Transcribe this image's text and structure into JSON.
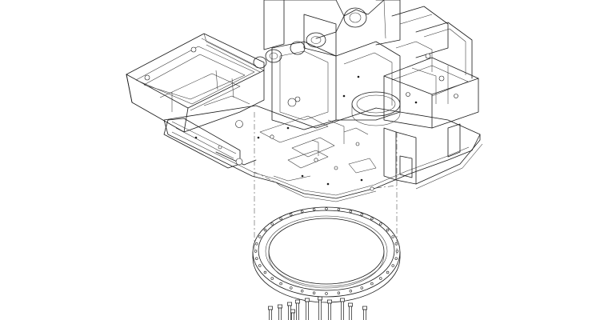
{
  "drawing": {
    "kind": "exploded isometric line drawing",
    "line_color": "#1a1a1a",
    "background_color": "#ffffff",
    "parts": [
      {
        "id": "upper-frame",
        "label": ""
      },
      {
        "id": "slewing-bearing-ring",
        "label": ""
      },
      {
        "id": "mounting-bolts",
        "label": "",
        "count": 11
      }
    ]
  }
}
